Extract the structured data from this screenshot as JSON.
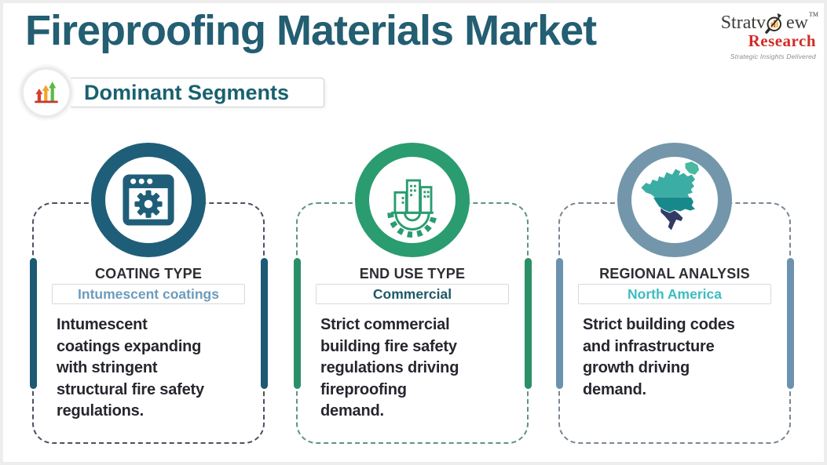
{
  "page": {
    "title": "Fireproofing Materials Market",
    "section_label": "Dominant Segments"
  },
  "logo": {
    "name_pre": "Stratv",
    "name_post": "ew",
    "trademark": "TM",
    "research": "Research",
    "tagline": "Strategic Insights Delivered"
  },
  "colors": {
    "title": "#235e72",
    "section_label": "#19616f",
    "logo_text": "#3f3c3a",
    "research": "#d02d26",
    "tagline": "#8f8c8c",
    "heading": "#2d2d33",
    "body_text": "#27262e",
    "arrow_red": "#d23f2f",
    "arrow_orange": "#f0a42f",
    "arrow_green": "#5cb947",
    "baseline_red": "#c43a2c"
  },
  "cards": [
    {
      "icon": "browser-gear-icon",
      "title": "COATING TYPE",
      "value": "Intumescent coatings",
      "description": "Intumescent\ncoatings expanding\nwith stringent\nstructural fire safety\nregulations.",
      "ring": "#1f5e79",
      "bar": "#1d5a74",
      "dash": "#4a5160",
      "value_color": "#6d9cbb"
    },
    {
      "icon": "buildings-gear-icon",
      "title": "END USE TYPE",
      "value": "Commercial",
      "description": "Strict commercial\nbuilding fire safety\nregulations driving\nfireproofing\ndemand.",
      "ring": "#2a9c70",
      "bar": "#2b8f68",
      "dash": "#5f9386",
      "value_color": "#1d5965"
    },
    {
      "icon": "north-america-map-icon",
      "title": "REGIONAL ANALYSIS",
      "value": "North America",
      "description": "Strict building codes\nand infrastructure\ngrowth driving\ndemand.",
      "ring": "#7396ab",
      "bar": "#6b93b0",
      "dash": "#7b8793",
      "value_color": "#3dbcc0",
      "map_colors": {
        "canada": "#3cada4",
        "greenland": "#49b9a0",
        "usa": "#17898b",
        "mexico": "#323a66"
      }
    }
  ]
}
